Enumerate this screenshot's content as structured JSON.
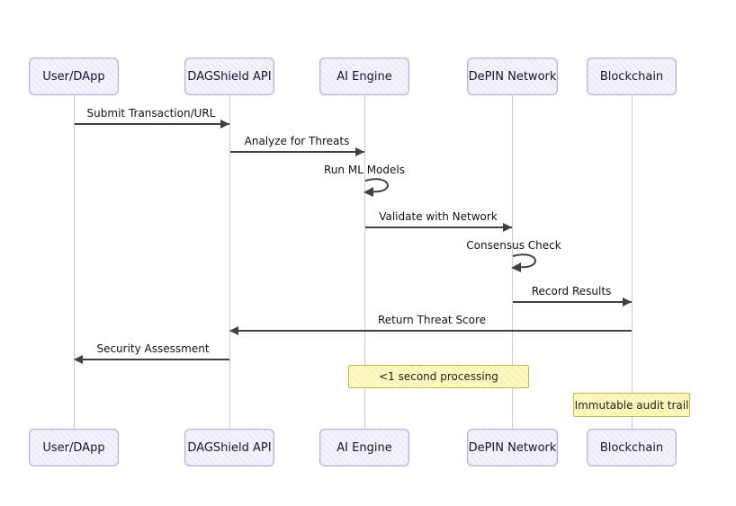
{
  "diagram": {
    "type": "sequence-diagram",
    "actors": [
      {
        "name": "User/DApp"
      },
      {
        "name": "DAGShield API"
      },
      {
        "name": "AI Engine"
      },
      {
        "name": "DePIN Network"
      },
      {
        "name": "Blockchain"
      }
    ],
    "messages": [
      {
        "label": "Submit Transaction/URL",
        "from": "User/DApp",
        "to": "DAGShield API",
        "kind": "solid-arrow"
      },
      {
        "label": "Analyze for Threats",
        "from": "DAGShield API",
        "to": "AI Engine",
        "kind": "solid-arrow"
      },
      {
        "label": "Run ML Models",
        "from": "AI Engine",
        "to": "AI Engine",
        "kind": "self-loop"
      },
      {
        "label": "Validate with Network",
        "from": "AI Engine",
        "to": "DePIN Network",
        "kind": "solid-arrow"
      },
      {
        "label": "Consensus Check",
        "from": "DePIN Network",
        "to": "DePIN Network",
        "kind": "self-loop"
      },
      {
        "label": "Record Results",
        "from": "DePIN Network",
        "to": "Blockchain",
        "kind": "solid-arrow"
      },
      {
        "label": "Return Threat Score",
        "from": "Blockchain",
        "to": "DAGShield API",
        "kind": "solid-arrow"
      },
      {
        "label": "Security Assessment",
        "from": "DAGShield API",
        "to": "User/DApp",
        "kind": "solid-arrow"
      }
    ],
    "notes": [
      {
        "label": "<1 second processing",
        "over": "AI Engine, DePIN Network"
      },
      {
        "label": "Immutable audit trail",
        "over": "Blockchain"
      }
    ],
    "colors": {
      "actor_fill": "#f4f2fc",
      "actor_border": "#b3b0dd",
      "lifeline": "#c9c7ec",
      "arrow": "#404040",
      "note_fill": "#fdf8c0",
      "note_border": "#bfb84d",
      "text": "#111111",
      "background": "#ffffff"
    }
  }
}
